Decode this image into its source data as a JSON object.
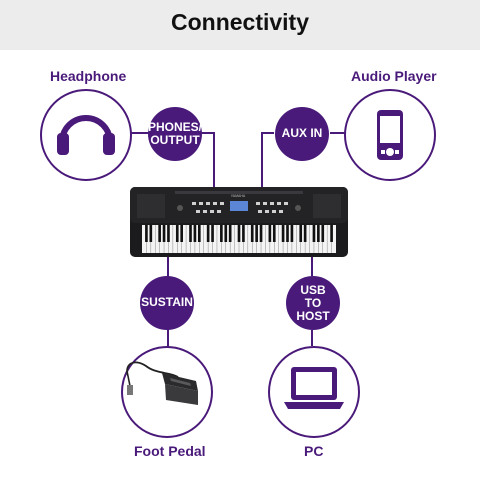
{
  "title": "Connectivity",
  "devices": {
    "headphone": "Headphone",
    "audio_player": "Audio Player",
    "foot_pedal": "Foot Pedal",
    "pc": "PC"
  },
  "ports": {
    "phones_output": [
      "PHONES/",
      "OUTPUT"
    ],
    "aux_in": "AUX IN",
    "sustain": "SUSTAIN",
    "usb_to_host": [
      "USB",
      "TO",
      "HOST"
    ]
  },
  "keyboard_brand": "YAMAHA",
  "colors": {
    "accent_purple": "#4a1a7a",
    "badge_fill": "#4a1a7a",
    "header_bg": "#ececec"
  },
  "icons": [
    "headphone-icon",
    "audio-player-icon",
    "foot-pedal-icon",
    "laptop-icon",
    "keyboard-image"
  ]
}
